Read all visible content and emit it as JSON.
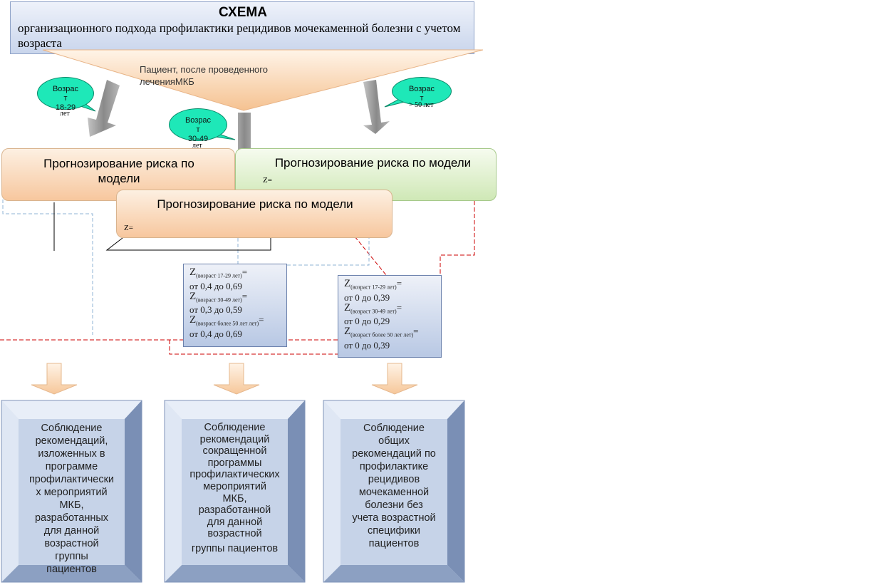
{
  "header": {
    "title": "СХЕМА",
    "subtitle": "организационного подхода профилактики рецидивов мочекаменной болезни с учетом возраста"
  },
  "patient_label": "Пациент, после проведенного лечения МКБ",
  "patient_lines": [
    "Пациент, после проведенного",
    "леченияМКБ"
  ],
  "bubbles": [
    {
      "lines": [
        "Возрас",
        "т",
        "18-29"
      ],
      "tail": "лет"
    },
    {
      "lines": [
        "Возрас",
        "т",
        "30-49"
      ],
      "tail": "лет"
    },
    {
      "lines": [
        "Возрас",
        "т"
      ],
      "tail": "> 50 лет"
    }
  ],
  "prog": {
    "left_title": "Прогнозирование риска по модели",
    "right_title": "Прогнозирование риска по модели",
    "right_z": "Z=",
    "middle_title": "Прогнозирование риска по модели",
    "middle_z": "Z="
  },
  "zbox_left": [
    {
      "z": "Z",
      "sub": "(возраст 17-29 лет)",
      "eq": "=",
      "range": "от 0,4 до 0,69"
    },
    {
      "z": "Z",
      "sub": "(возраст 30-49 лет)",
      "eq": "=",
      "range": "от 0,3 до 0,59"
    },
    {
      "z": "Z",
      "sub": "(возраст более 50 лет лет)",
      "eq": "=",
      "range": "от 0,4 до 0,69"
    }
  ],
  "zbox_right": [
    {
      "z": "Z",
      "sub": "(возраст 17-29 лет)",
      "eq": "=",
      "range": "от 0 до 0,39"
    },
    {
      "z": "Z",
      "sub": "(возраст 30-49 лет)",
      "eq": "=",
      "range": "от 0 до 0,29"
    },
    {
      "z": "Z",
      "sub": "(возраст более 50 лет лет)",
      "eq": "=",
      "range": "от 0 до 0,39"
    }
  ],
  "outcomes": [
    {
      "lines": [
        "Соблюдение",
        "рекомендаций,",
        "изложенных в",
        "программе",
        "профилактически",
        "х мероприятий",
        "МКБ,",
        "разработанных",
        "для данной",
        "возрастной",
        "группы",
        "пациентов"
      ]
    },
    {
      "lines": [
        "Соблюдение",
        "рекомендаций",
        "сокращенной",
        "программы",
        "профилактических",
        "мероприятий",
        "МКБ,",
        "разработанной",
        "для данной",
        "возрастной",
        "группы пациентов"
      ]
    },
    {
      "lines": [
        "Соблюдение",
        "общих",
        "рекомендаций по",
        "профилактике",
        "рецидивов",
        "мочекаменной",
        "болезни без",
        "учета возрастной",
        "специфики",
        "пациентов"
      ]
    }
  ],
  "colors": {
    "header_fill": "#c9d5ec",
    "funnel_fill": "#f7c79e",
    "bubble_fill": "#1ee8b8",
    "arrow_gray": "#8f8f8f",
    "dash_red": "#cc0000",
    "dash_blue": "#8fb3d6",
    "bevel_fill": "#c6d3e8"
  }
}
